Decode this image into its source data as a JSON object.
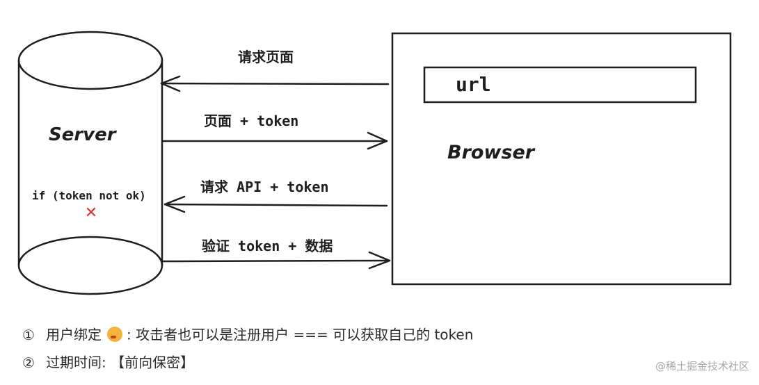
{
  "diagram": {
    "server_label": "Server",
    "server_condition": "if (token not ok)",
    "server_reject_symbol": "✕",
    "browser_label": "Browser",
    "url_label": "url",
    "arrows": [
      {
        "label": "请求页面",
        "direction": "to-server"
      },
      {
        "label": "页面 + token",
        "direction": "to-browser"
      },
      {
        "label": "请求 API + token",
        "direction": "to-server"
      },
      {
        "label": "验证 token + 数据",
        "direction": "to-browser"
      }
    ],
    "colors": {
      "stroke": "#1e1e1e",
      "reject": "#e03131"
    }
  },
  "notes": [
    {
      "number": "①",
      "text_before": "用户绑定",
      "emoji": "thinking-face-icon",
      "text_after": ":  攻击者也可以是注册用户 === 可以获取自己的 token"
    },
    {
      "number": "②",
      "text": "过期时间:  【前向保密】"
    }
  ],
  "watermark": "@稀土掘金技术社区"
}
